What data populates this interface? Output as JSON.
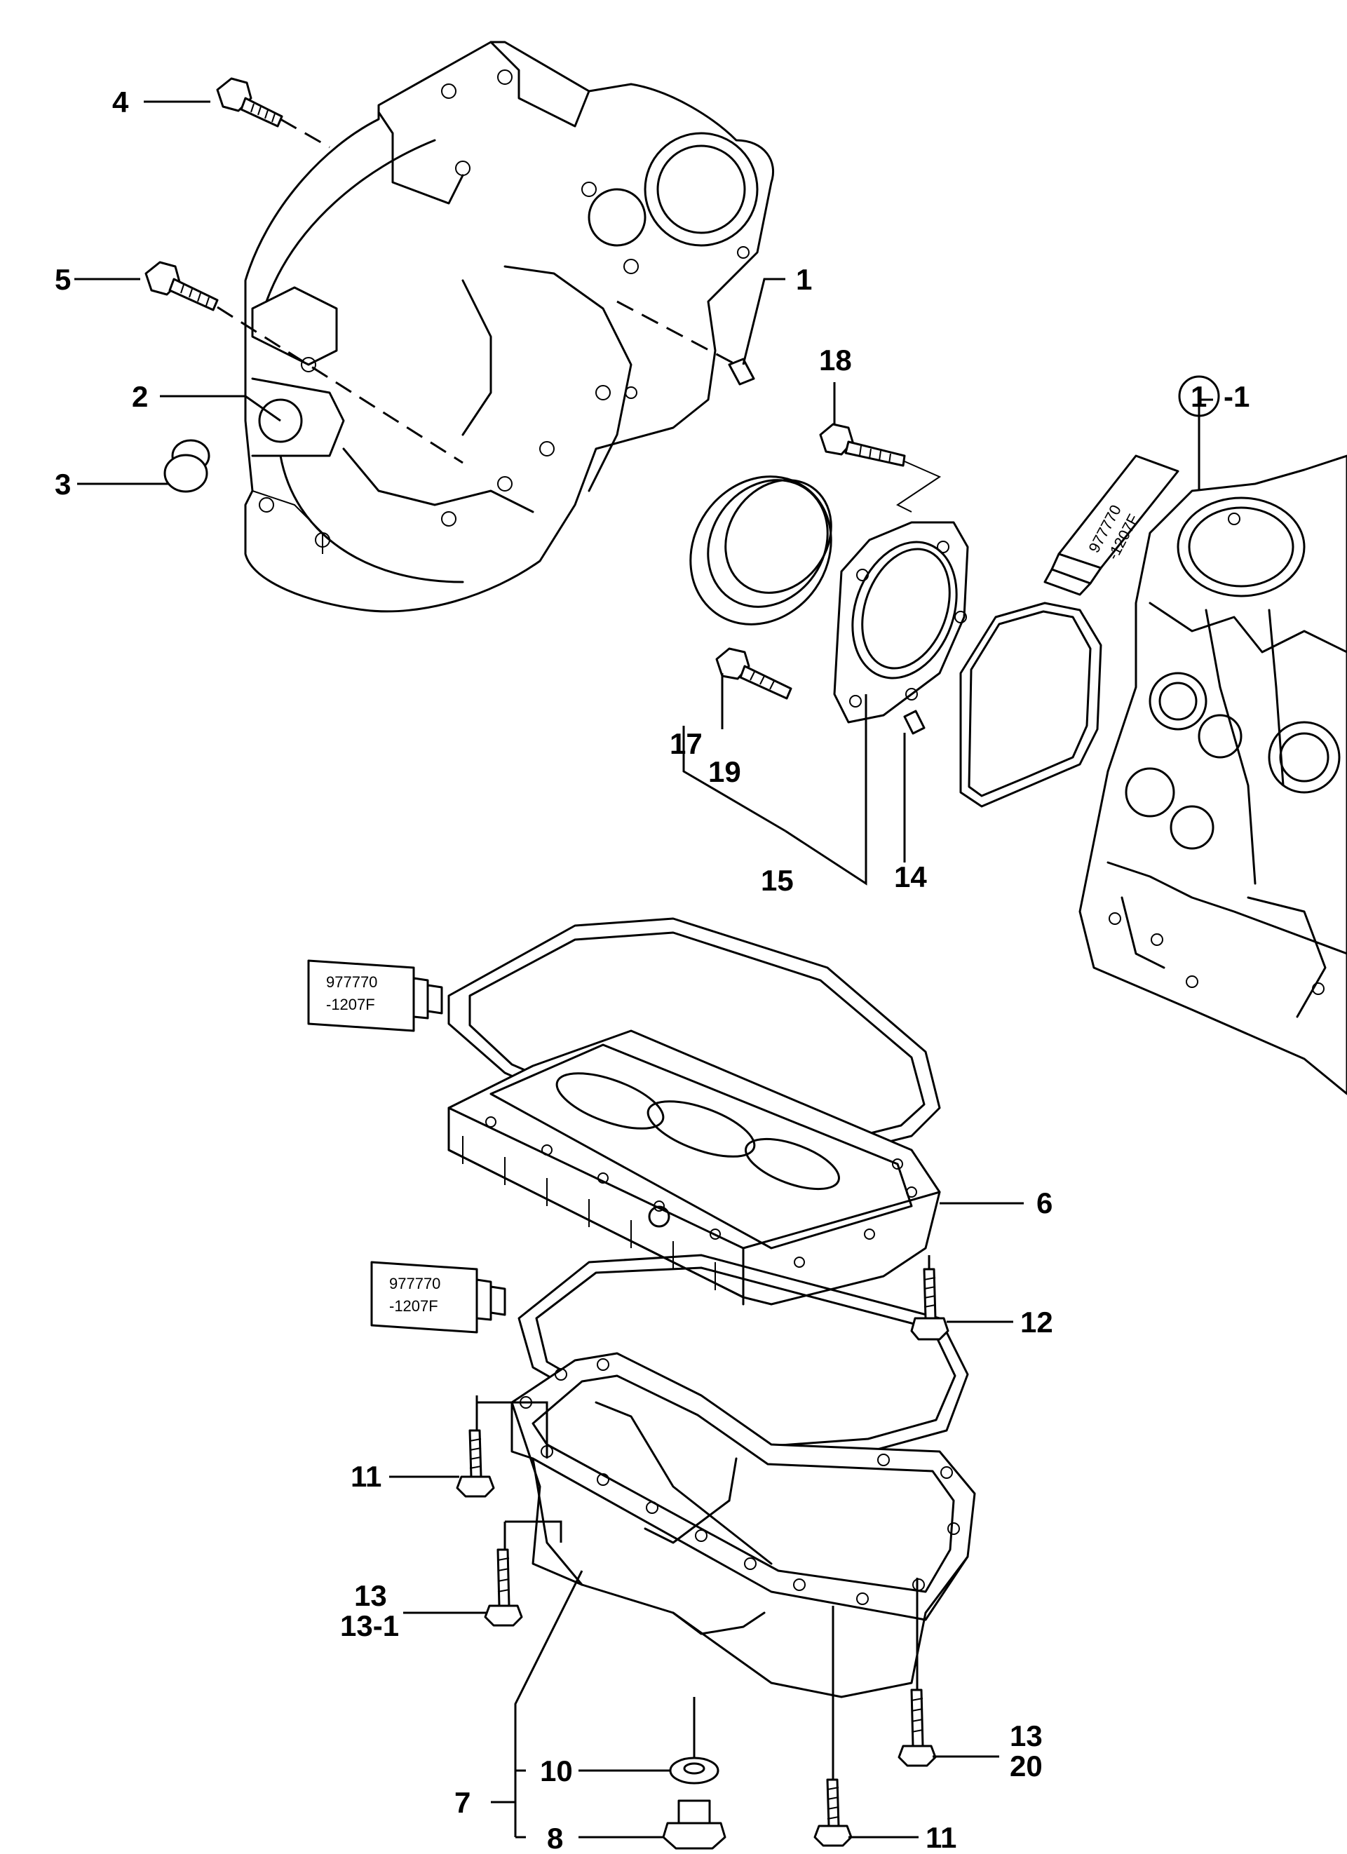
{
  "callouts": {
    "c1": "1",
    "c1_ref": "1",
    "c1_ref_suffix": "-1",
    "c2": "2",
    "c3": "3",
    "c4": "4",
    "c5": "5",
    "c6": "6",
    "c7": "7",
    "c8": "8",
    "c10": "10",
    "c11a": "11",
    "c11b": "11",
    "c12": "12",
    "c13a": "13",
    "c13a_sub": "13-1",
    "c13b": "13",
    "c13b_sub": "20",
    "c14": "14",
    "c15": "15",
    "c17": "17",
    "c18": "18",
    "c19": "19"
  },
  "sealant_tubes": [
    {
      "line1": "977770",
      "line2": "-1207F"
    },
    {
      "line1": "977770",
      "line2": "-1207F"
    },
    {
      "line1": "977770",
      "line2": "-1207F"
    }
  ]
}
